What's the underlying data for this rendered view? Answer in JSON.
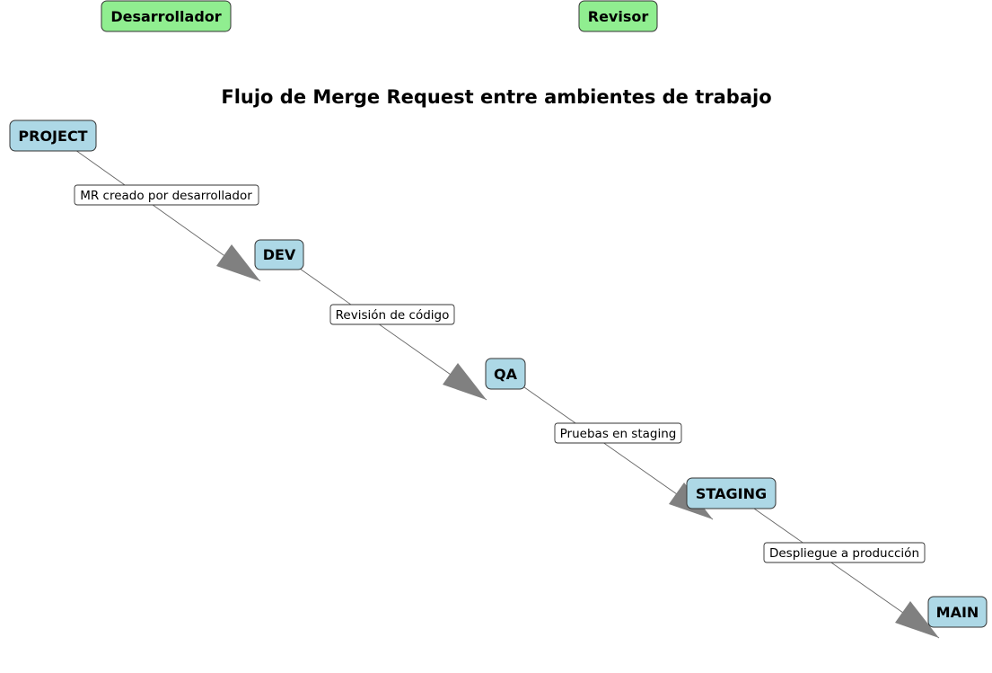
{
  "title": "Flujo de Merge Request entre ambientes de trabajo",
  "roles": [
    {
      "id": "desarrollador",
      "label": "Desarrollador"
    },
    {
      "id": "revisor",
      "label": "Revisor"
    }
  ],
  "nodes": [
    {
      "id": "project",
      "label": "PROJECT"
    },
    {
      "id": "dev",
      "label": "DEV"
    },
    {
      "id": "qa",
      "label": "QA"
    },
    {
      "id": "staging",
      "label": "STAGING"
    },
    {
      "id": "main",
      "label": "MAIN"
    }
  ],
  "edges": [
    {
      "from": "project",
      "to": "dev",
      "label": "MR creado por desarrollador"
    },
    {
      "from": "dev",
      "to": "qa",
      "label": "Revisión de código"
    },
    {
      "from": "qa",
      "to": "staging",
      "label": "Pruebas en staging"
    },
    {
      "from": "staging",
      "to": "main",
      "label": "Despliegue a producción"
    }
  ],
  "colors": {
    "node_fill": "#add8e6",
    "role_fill": "#90ee90",
    "edge": "#808080"
  }
}
